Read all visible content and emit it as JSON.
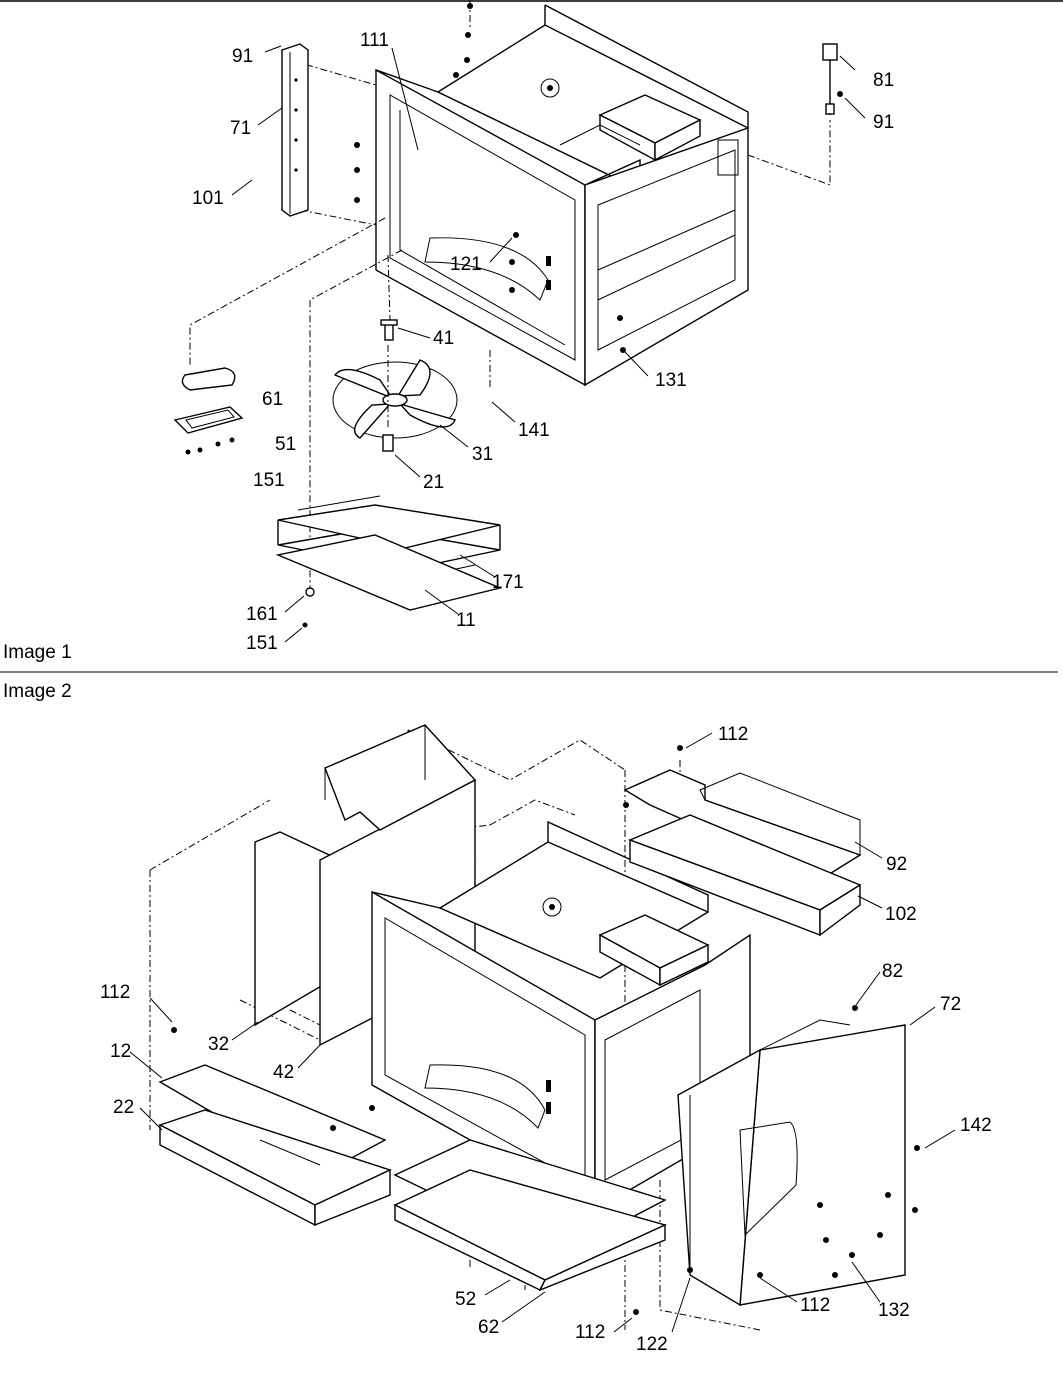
{
  "image1": {
    "caption": "Image 1",
    "callouts": {
      "c91a": "91",
      "c111": "111",
      "c81": "81",
      "c91b": "91",
      "c71": "71",
      "c101": "101",
      "c121": "121",
      "c41": "41",
      "c131": "131",
      "c61": "61",
      "c51": "51",
      "c141": "141",
      "c31": "31",
      "c151a": "151",
      "c21": "21",
      "c171": "171",
      "c161": "161",
      "c11": "11",
      "c151b": "151"
    }
  },
  "image2": {
    "caption": "Image 2",
    "callouts": {
      "c112a": "112",
      "c92": "92",
      "c102": "102",
      "c82": "82",
      "c72": "72",
      "c112b": "112",
      "c12": "12",
      "c22": "22",
      "c32": "32",
      "c42": "42",
      "c142": "142",
      "c112c": "112",
      "c132": "132",
      "c52": "52",
      "c62": "62",
      "c112d": "112",
      "c122": "122"
    }
  }
}
